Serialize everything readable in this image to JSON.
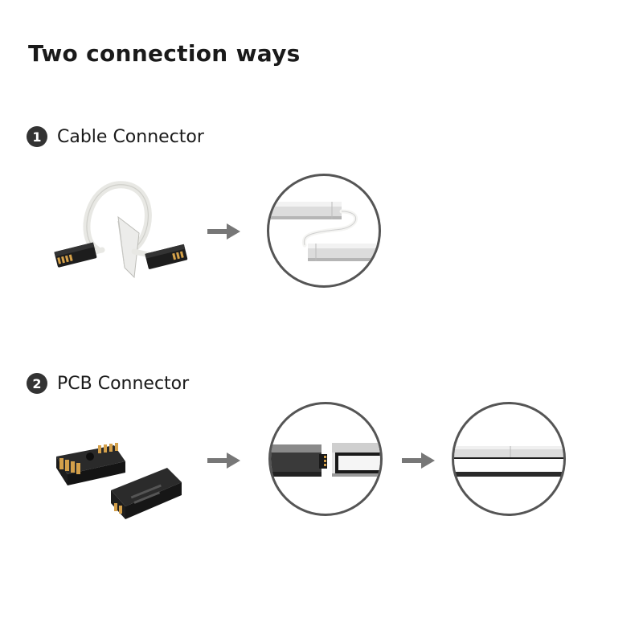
{
  "title": "Two connection ways",
  "steps": [
    {
      "number": "1",
      "label": "Cable Connector"
    },
    {
      "number": "2",
      "label": "PCB Connector"
    }
  ],
  "colors": {
    "text": "#1a1a1a",
    "badge": "#333333",
    "arrow": "#777777",
    "circle_border": "#555555"
  },
  "icons": [
    "arrow-right-icon",
    "cable-connector-illustration",
    "pcb-connector-illustration"
  ]
}
